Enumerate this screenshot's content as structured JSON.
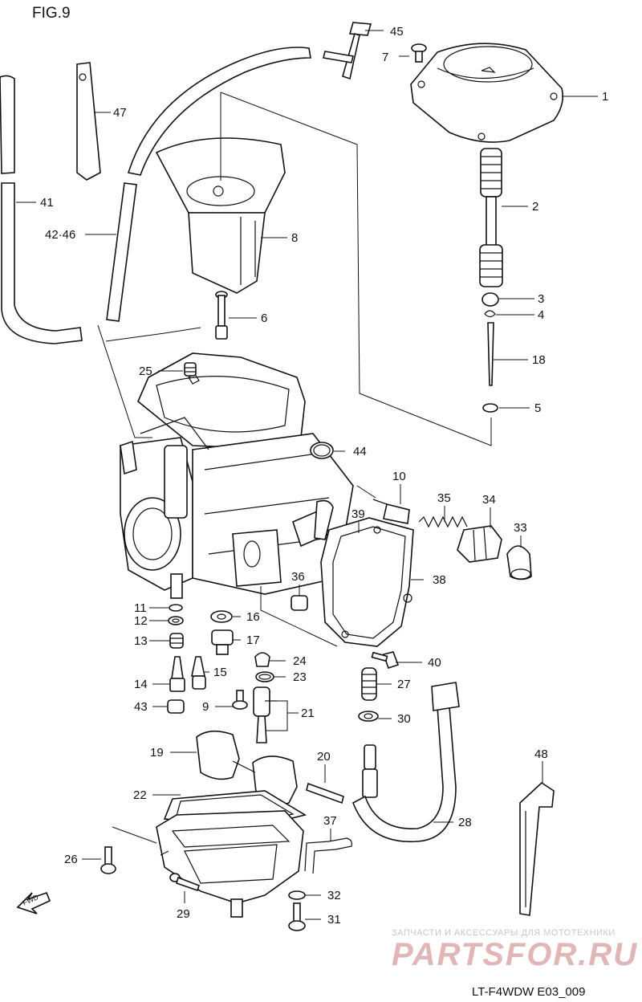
{
  "figure_label": "FIG.9",
  "footer_code": "LT-F4WDW E03_009",
  "direction_label": "FWD",
  "watermark": {
    "subtitle": "ЗАПЧАСТИ И АКСЕССУАРЫ ДЛЯ МОТОТЕХНИКИ",
    "logo_text": "PARTSFOR.RU"
  },
  "callouts": [
    {
      "id": "c45",
      "text": "45"
    },
    {
      "id": "c7",
      "text": "7"
    },
    {
      "id": "c1",
      "text": "1"
    },
    {
      "id": "c47",
      "text": "47"
    },
    {
      "id": "c41",
      "text": "41"
    },
    {
      "id": "c4246",
      "text": "42·46"
    },
    {
      "id": "c8",
      "text": "8"
    },
    {
      "id": "c2",
      "text": "2"
    },
    {
      "id": "c3",
      "text": "3"
    },
    {
      "id": "c4",
      "text": "4"
    },
    {
      "id": "c6",
      "text": "6"
    },
    {
      "id": "c18",
      "text": "18"
    },
    {
      "id": "c25",
      "text": "25"
    },
    {
      "id": "c5",
      "text": "5"
    },
    {
      "id": "c44",
      "text": "44"
    },
    {
      "id": "c10",
      "text": "10"
    },
    {
      "id": "c35",
      "text": "35"
    },
    {
      "id": "c34",
      "text": "34"
    },
    {
      "id": "c39",
      "text": "39"
    },
    {
      "id": "c33",
      "text": "33"
    },
    {
      "id": "c36",
      "text": "36"
    },
    {
      "id": "c38",
      "text": "38"
    },
    {
      "id": "c11",
      "text": "11"
    },
    {
      "id": "c12",
      "text": "12"
    },
    {
      "id": "c16",
      "text": "16"
    },
    {
      "id": "c13",
      "text": "13"
    },
    {
      "id": "c17",
      "text": "17"
    },
    {
      "id": "c24",
      "text": "24"
    },
    {
      "id": "c40",
      "text": "40"
    },
    {
      "id": "c14",
      "text": "14"
    },
    {
      "id": "c15",
      "text": "15"
    },
    {
      "id": "c23",
      "text": "23"
    },
    {
      "id": "c27",
      "text": "27"
    },
    {
      "id": "c43",
      "text": "43"
    },
    {
      "id": "c9",
      "text": "9"
    },
    {
      "id": "c21",
      "text": "21"
    },
    {
      "id": "c30",
      "text": "30"
    },
    {
      "id": "c19",
      "text": "19"
    },
    {
      "id": "c20",
      "text": "20"
    },
    {
      "id": "c48",
      "text": "48"
    },
    {
      "id": "c22",
      "text": "22"
    },
    {
      "id": "c28",
      "text": "28"
    },
    {
      "id": "c37",
      "text": "37"
    },
    {
      "id": "c26",
      "text": "26"
    },
    {
      "id": "c32",
      "text": "32"
    },
    {
      "id": "c29",
      "text": "29"
    },
    {
      "id": "c31",
      "text": "31"
    }
  ]
}
